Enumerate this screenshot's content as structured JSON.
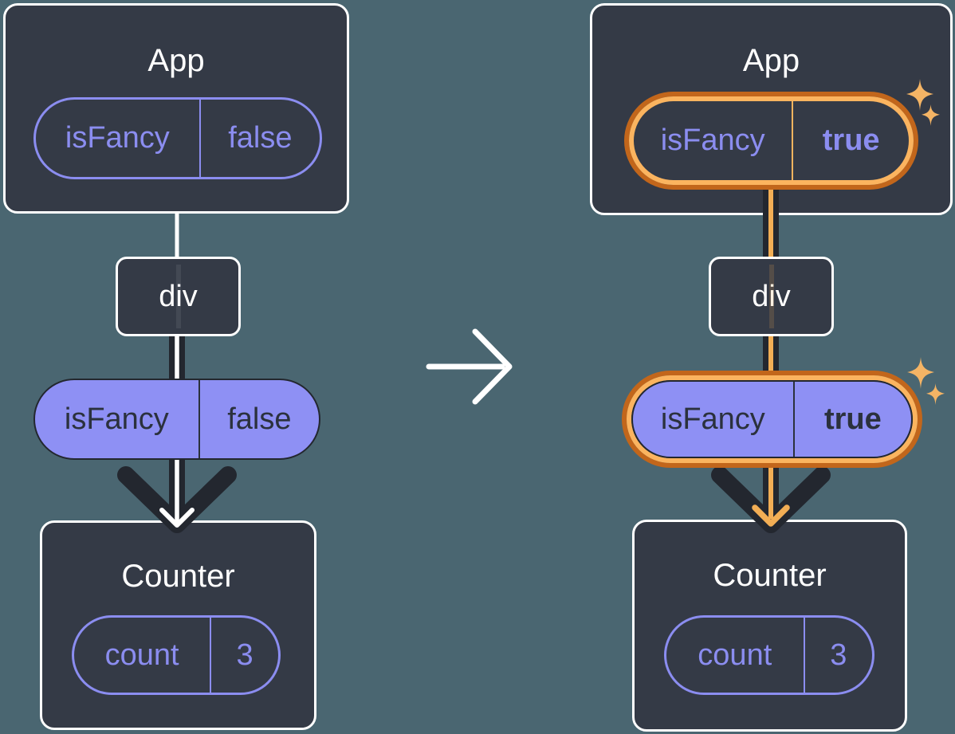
{
  "before": {
    "app": {
      "title": "App",
      "prop_name": "isFancy",
      "prop_value": "false"
    },
    "div_label": "div",
    "passed_prop": {
      "name": "isFancy",
      "value": "false"
    },
    "counter": {
      "title": "Counter",
      "state_name": "count",
      "state_value": "3"
    }
  },
  "after": {
    "app": {
      "title": "App",
      "prop_name": "isFancy",
      "prop_value": "true"
    },
    "div_label": "div",
    "passed_prop": {
      "name": "isFancy",
      "value": "true"
    },
    "counter": {
      "title": "Counter",
      "state_name": "count",
      "state_value": "3"
    }
  },
  "colors": {
    "background": "#4A6671",
    "card_fill": "#343A46",
    "card_border": "#FFFFFF",
    "purple_stroke": "#8B8DF0",
    "purple_fill": "#8E90F4",
    "dark_arrow": "#23272F",
    "orange_ring_dark": "#C2661B",
    "orange_ring_light": "#FBB45F",
    "orange_line": "#F2AE55",
    "sparkle": "#F4B465"
  }
}
